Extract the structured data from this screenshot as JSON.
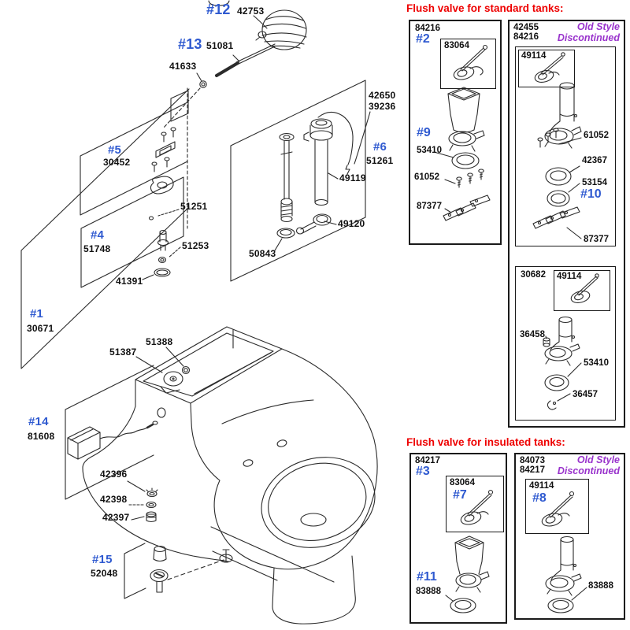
{
  "colors": {
    "label_blue": "#2f5ad0",
    "label_black": "#111111",
    "heading_red": "#ee0000",
    "discontinued_purple": "#9933cc",
    "line_art": "#2b2b2b",
    "background": "#ffffff"
  },
  "main": {
    "description": "Exploded toilet parts line-art diagram",
    "labels": [
      {
        "text": "#12",
        "color": "blue"
      },
      {
        "text": "42753",
        "color": "black"
      },
      {
        "text": "#13",
        "color": "blue"
      },
      {
        "text": "51081",
        "color": "black"
      },
      {
        "text": "41633",
        "color": "black"
      },
      {
        "text": "#5",
        "color": "blue"
      },
      {
        "text": "30452",
        "color": "black"
      },
      {
        "text": "51251",
        "color": "black"
      },
      {
        "text": "#4",
        "color": "blue"
      },
      {
        "text": "51748",
        "color": "black"
      },
      {
        "text": "51253",
        "color": "black"
      },
      {
        "text": "41391",
        "color": "black"
      },
      {
        "text": "42650",
        "color": "black"
      },
      {
        "text": "39236",
        "color": "black"
      },
      {
        "text": "#6",
        "color": "blue"
      },
      {
        "text": "51261",
        "color": "black"
      },
      {
        "text": "49119",
        "color": "black"
      },
      {
        "text": "49120",
        "color": "black"
      },
      {
        "text": "50843",
        "color": "black"
      },
      {
        "text": "#1",
        "color": "blue"
      },
      {
        "text": "30671",
        "color": "black"
      },
      {
        "text": "51388",
        "color": "black"
      },
      {
        "text": "51387",
        "color": "black"
      },
      {
        "text": "#14",
        "color": "blue"
      },
      {
        "text": "81608",
        "color": "black"
      },
      {
        "text": "42396",
        "color": "black"
      },
      {
        "text": "42398",
        "color": "black"
      },
      {
        "text": "42397",
        "color": "black"
      },
      {
        "text": "#15",
        "color": "blue"
      },
      {
        "text": "52048",
        "color": "black"
      }
    ]
  },
  "sections": [
    {
      "heading": "Flush valve for standard tanks:",
      "boxes": [
        {
          "codes": [
            "84216"
          ],
          "ref": "#2",
          "inner_code": "83064",
          "labels": [
            "#9",
            "53410",
            "61052",
            "87377"
          ]
        },
        {
          "codes": [
            "42455",
            "84216"
          ],
          "discontinued": [
            "Old Style",
            "Discontinued"
          ],
          "sub_boxes": [
            {
              "inner_code": "49114",
              "labels": [
                "61052",
                "42367",
                "53154",
                "#10",
                "87377"
              ]
            },
            {
              "codes": [
                "30682"
              ],
              "inner_code": "49114",
              "labels": [
                "36458",
                "53410",
                "36457"
              ]
            }
          ]
        }
      ]
    },
    {
      "heading": "Flush valve for insulated tanks:",
      "boxes": [
        {
          "codes": [
            "84217"
          ],
          "ref": "#3",
          "inner_code": "83064",
          "inner_ref": "#7",
          "labels": [
            "#11",
            "83888"
          ]
        },
        {
          "codes": [
            "84073",
            "84217"
          ],
          "discontinued": [
            "Old Style",
            "Discontinued"
          ],
          "inner_code": "49114",
          "inner_ref": "#8",
          "labels": [
            "83888"
          ]
        }
      ]
    }
  ]
}
